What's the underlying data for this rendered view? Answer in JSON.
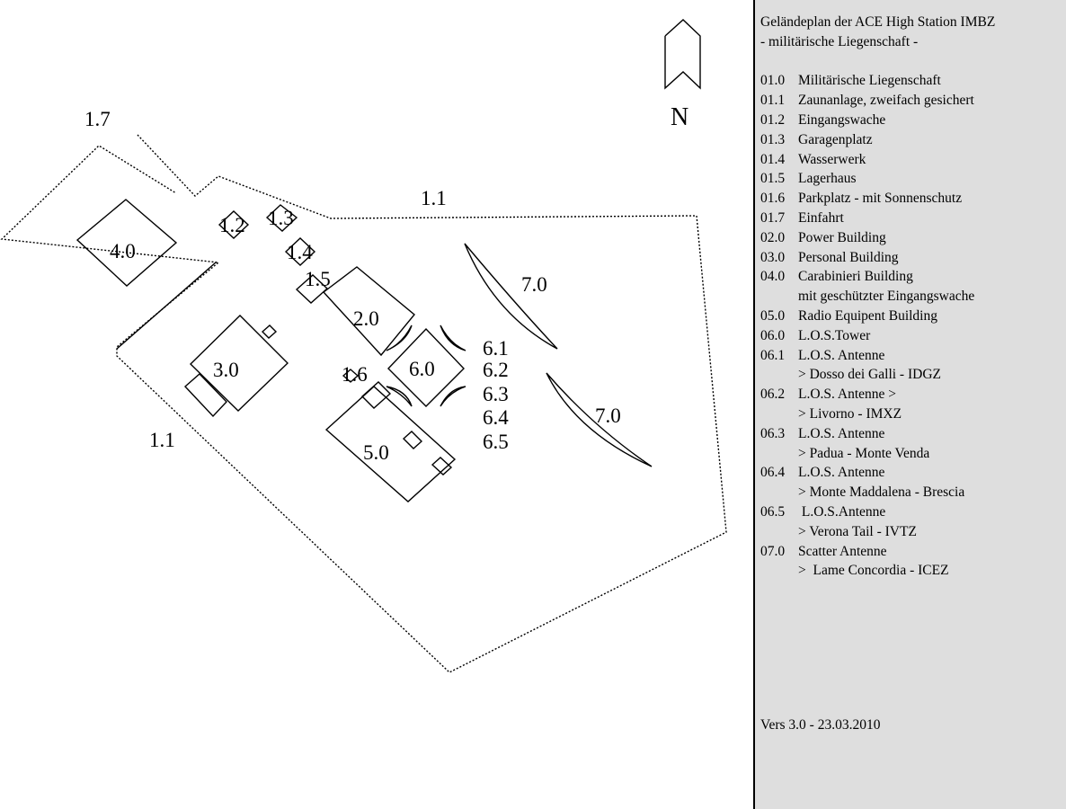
{
  "map": {
    "north_label": "N",
    "labels": {
      "fence_north": "1.1",
      "fence_south": "1.1",
      "entrance": "1.7",
      "guard": "1.2",
      "garage": "1.3",
      "waterworks": "1.4",
      "warehouse": "1.5",
      "parking": "1.6",
      "power": "2.0",
      "personnel": "3.0",
      "carabinieri": "4.0",
      "radio": "5.0",
      "tower": "6.0",
      "ant_1": "6.1",
      "ant_2": "6.2",
      "ant_3": "6.3",
      "ant_4": "6.4",
      "ant_5": "6.5",
      "scatter_upper": "7.0",
      "scatter_lower": "7.0"
    }
  },
  "legend": {
    "title_1": "Geländeplan der ACE High Station IMBZ",
    "title_2": "- militärische Liegenschaft -",
    "entries": [
      {
        "code": "01.0",
        "text": "Militärische Liegenschaft"
      },
      {
        "code": "01.1",
        "text": "Zaunanlage, zweifach gesichert"
      },
      {
        "code": "01.2",
        "text": "Eingangswache"
      },
      {
        "code": "01.3",
        "text": "Garagenplatz"
      },
      {
        "code": "01.4",
        "text": "Wasserwerk"
      },
      {
        "code": "01.5",
        "text": "Lagerhaus"
      },
      {
        "code": "01.6",
        "text": "Parkplatz - mit Sonnenschutz"
      },
      {
        "code": "01.7",
        "text": "Einfahrt"
      },
      {
        "code": "02.0",
        "text": "Power Building"
      },
      {
        "code": "03.0",
        "text": "Personal Building"
      },
      {
        "code": "04.0",
        "text": "Carabinieri Building",
        "sub": "mit geschützter Eingangswache"
      },
      {
        "code": "05.0",
        "text": "Radio Equipent Building"
      },
      {
        "code": "06.0",
        "text": "L.O.S.Tower"
      },
      {
        "code": "06.1",
        "text": "L.O.S. Antenne",
        "sub": "> Dosso dei Galli - IDGZ"
      },
      {
        "code": "06.2",
        "text": "L.O.S. Antenne >",
        "sub": "> Livorno - IMXZ"
      },
      {
        "code": "06.3",
        "text": "L.O.S. Antenne",
        "sub": "> Padua - Monte Venda"
      },
      {
        "code": "06.4",
        "text": "L.O.S. Antenne",
        "sub": "> Monte Maddalena - Brescia"
      },
      {
        "code": "06.5",
        "text": " L.O.S.Antenne",
        "sub": "> Verona Tail - IVTZ"
      },
      {
        "code": "07.0",
        "text": "Scatter Antenne",
        "sub": ">  Lame Concordia - ICEZ"
      }
    ],
    "version": "Vers 3.0 - 23.03.2010"
  }
}
